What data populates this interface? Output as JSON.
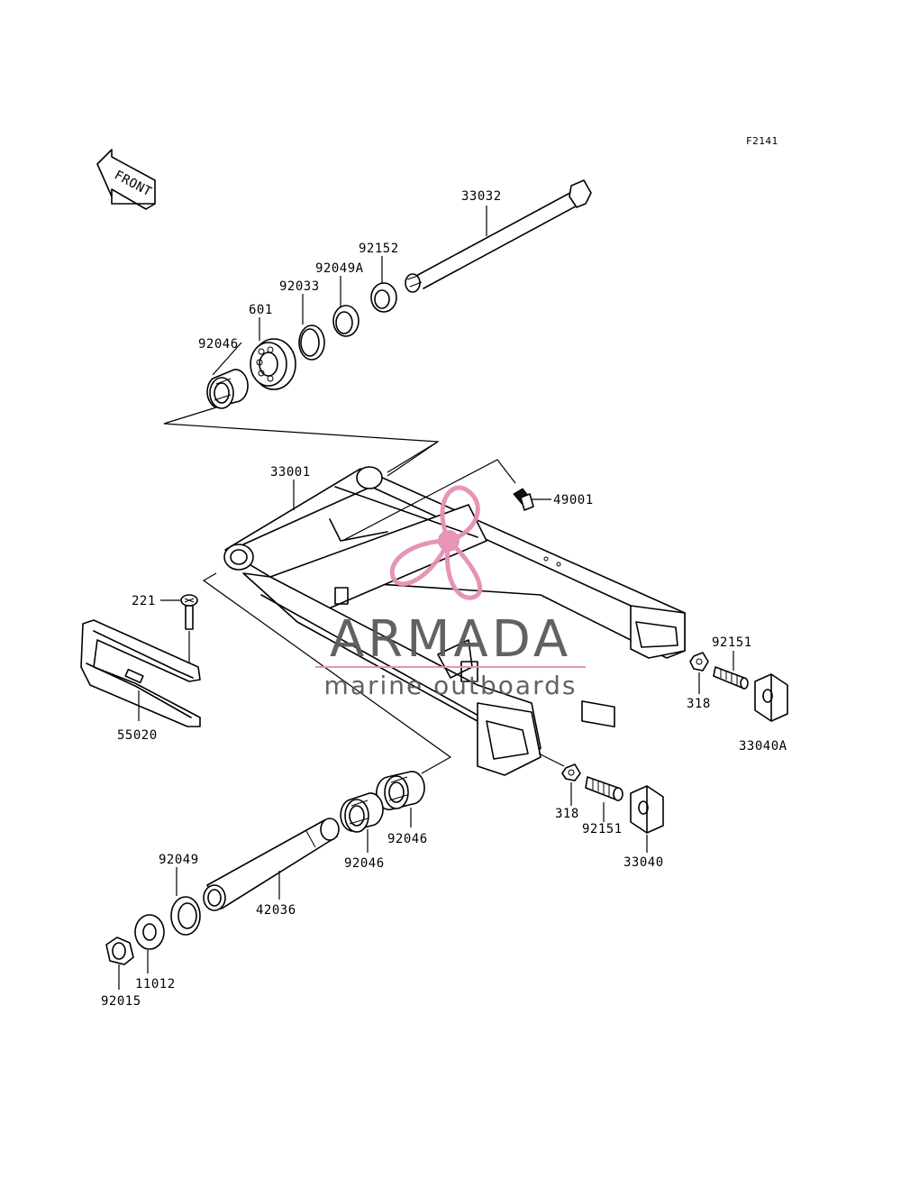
{
  "figure_code": "F2141",
  "front_marker": "FRONT",
  "watermark": {
    "brand": "ARMADA",
    "tagline": "marine outboards",
    "color": "#e58fb5",
    "text_color": "#5a5a5a"
  },
  "parts": [
    {
      "id": "33032",
      "label": "33032"
    },
    {
      "id": "92152",
      "label": "92152"
    },
    {
      "id": "92049A",
      "label": "92049A"
    },
    {
      "id": "92033",
      "label": "92033"
    },
    {
      "id": "601",
      "label": "601"
    },
    {
      "id": "92046-top",
      "label": "92046"
    },
    {
      "id": "33001",
      "label": "33001"
    },
    {
      "id": "49001",
      "label": "49001"
    },
    {
      "id": "221",
      "label": "221"
    },
    {
      "id": "55020",
      "label": "55020"
    },
    {
      "id": "92151-right",
      "label": "92151"
    },
    {
      "id": "318-right",
      "label": "318"
    },
    {
      "id": "33040A",
      "label": "33040A"
    },
    {
      "id": "318-bottom",
      "label": "318"
    },
    {
      "id": "92151-bottom",
      "label": "92151"
    },
    {
      "id": "33040",
      "label": "33040"
    },
    {
      "id": "92046-b1",
      "label": "92046"
    },
    {
      "id": "92046-b2",
      "label": "92046"
    },
    {
      "id": "92049",
      "label": "92049"
    },
    {
      "id": "42036",
      "label": "42036"
    },
    {
      "id": "11012",
      "label": "11012"
    },
    {
      "id": "92015",
      "label": "92015"
    }
  ]
}
